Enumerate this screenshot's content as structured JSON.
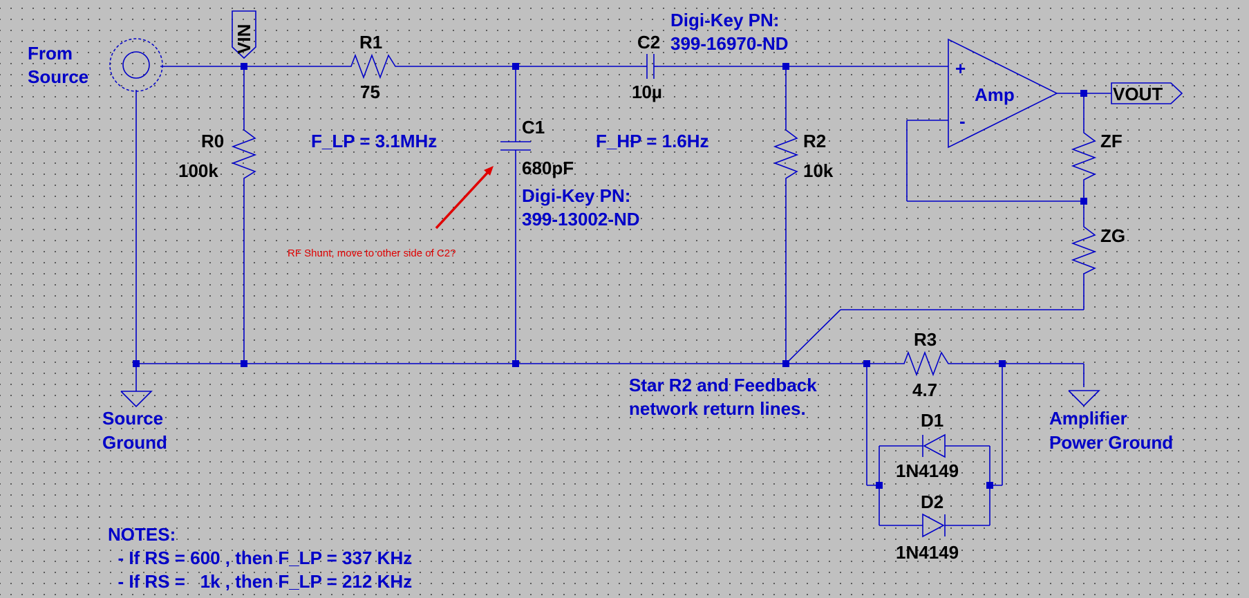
{
  "source": {
    "label_line1": "From",
    "label_line2": "Source"
  },
  "net_labels": {
    "vin": "VIN",
    "vout": "VOUT"
  },
  "components": {
    "R1": {
      "ref": "R1",
      "value": "75"
    },
    "R0": {
      "ref": "R0",
      "value": "100k"
    },
    "C1": {
      "ref": "C1",
      "value": "680pF",
      "pn_label": "Digi-Key PN:",
      "pn": "399-13002-ND"
    },
    "C2": {
      "ref": "C2",
      "value": "10µ",
      "pn_label": "Digi-Key PN:",
      "pn": "399-16970-ND"
    },
    "R2": {
      "ref": "R2",
      "value": "10k"
    },
    "ZF": {
      "ref": "ZF"
    },
    "ZG": {
      "ref": "ZG"
    },
    "R3": {
      "ref": "R3",
      "value": "4.7"
    },
    "D1": {
      "ref": "D1",
      "value": "1N4149"
    },
    "D2": {
      "ref": "D2",
      "value": "1N4149"
    },
    "amp": {
      "label": "Amp",
      "plus": "+",
      "minus": "-"
    }
  },
  "annotations": {
    "f_lp": "F_LP = 3.1MHz",
    "f_hp": "F_HP = 1.6Hz",
    "rf_shunt": "RF Shunt, move to other side of C2?",
    "star_line1": "Star R2 and Feedback",
    "star_line2": "network return lines.",
    "source_ground_line1": "Source",
    "source_ground_line2": "Ground",
    "amp_ground_line1": "Amplifier",
    "amp_ground_line2": "Power Ground"
  },
  "notes": {
    "title": "NOTES:",
    "line1": "  - If RS = 600 , then F_LP = 337 KHz",
    "line2": "  - If RS =   1k , then F_LP = 212 KHz"
  },
  "colors": {
    "wire": "#0000c8",
    "label": "#000000",
    "comment": "#0000c8",
    "warning": "#e00000",
    "background": "#c0c0c0"
  }
}
